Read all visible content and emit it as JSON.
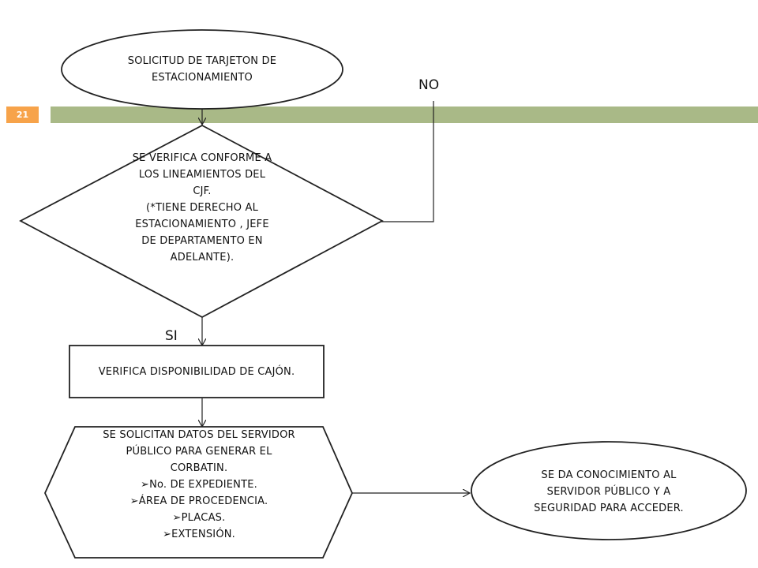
{
  "slide": {
    "number": "21"
  },
  "nodes": {
    "start": "SOLICITUD DE TARJETON DE ESTACIONAMIENTO",
    "decision": [
      "SE VERIFICA CONFORME A",
      "LOS LINEAMIENTOS DEL",
      "CJF.",
      "(*TIENE DERECHO AL",
      "ESTACIONAMIENTO , JEFE",
      "DE DEPARTAMENTO EN",
      "ADELANTE)."
    ],
    "check_space": "VERIFICA DISPONIBILIDAD DE CAJÓN.",
    "request_data": {
      "intro": [
        "SE SOLICITAN DATOS DEL SERVIDOR",
        "PÚBLICO PARA GENERAR EL",
        "CORBATIN."
      ],
      "bullets": [
        "No. DE EXPEDIENTE.",
        "ÁREA DE PROCEDENCIA.",
        "PLACAS.",
        "EXTENSIÓN."
      ]
    },
    "notify": [
      "SE DA CONOCIMIENTO AL",
      "SERVIDOR PÚBLICO Y A",
      "SEGURIDAD PARA ACCEDER."
    ]
  },
  "edge_labels": {
    "no": "NO",
    "yes": "SI"
  }
}
